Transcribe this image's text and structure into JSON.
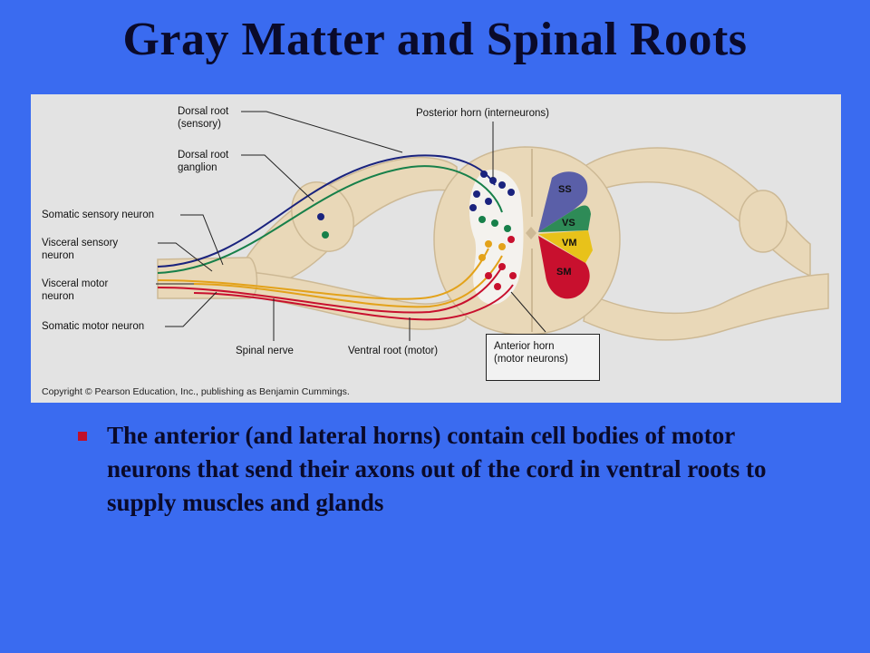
{
  "slide": {
    "title": "Gray Matter and Spinal Roots",
    "bullet": "The anterior (and lateral horns) contain cell bodies of motor neurons that send their axons out of the cord in ventral roots to supply muscles and glands"
  },
  "figure": {
    "labels": {
      "dorsal_root": "Dorsal root\n(sensory)",
      "dorsal_root_ganglion": "Dorsal root\nganglion",
      "somatic_sensory_neuron": "Somatic sensory neuron",
      "visceral_sensory_neuron": "Visceral sensory\nneuron",
      "visceral_motor_neuron": "Visceral motor\nneuron",
      "somatic_motor_neuron": "Somatic motor neuron",
      "spinal_nerve": "Spinal nerve",
      "ventral_root": "Ventral root (motor)",
      "posterior_horn": "Posterior horn (interneurons)",
      "anterior_horn": "Anterior horn\n(motor neurons)"
    },
    "zones": [
      "SS",
      "VS",
      "VM",
      "SM"
    ],
    "copyright": "Copyright © Pearson Education, Inc., publishing as Benjamin Cummings.",
    "colors": {
      "somatic_sensory": "#1A237E",
      "visceral_sensory": "#17804A",
      "visceral_motor": "#E3A21A",
      "somatic_motor": "#C8102E",
      "ss_zone": "#5A5FA8",
      "vs_zone": "#2E8B57",
      "vm_zone": "#E8C21A",
      "sm_zone": "#C8102E",
      "nerve": "#E9D8B8",
      "slide_background": "#3A6BF0"
    }
  }
}
